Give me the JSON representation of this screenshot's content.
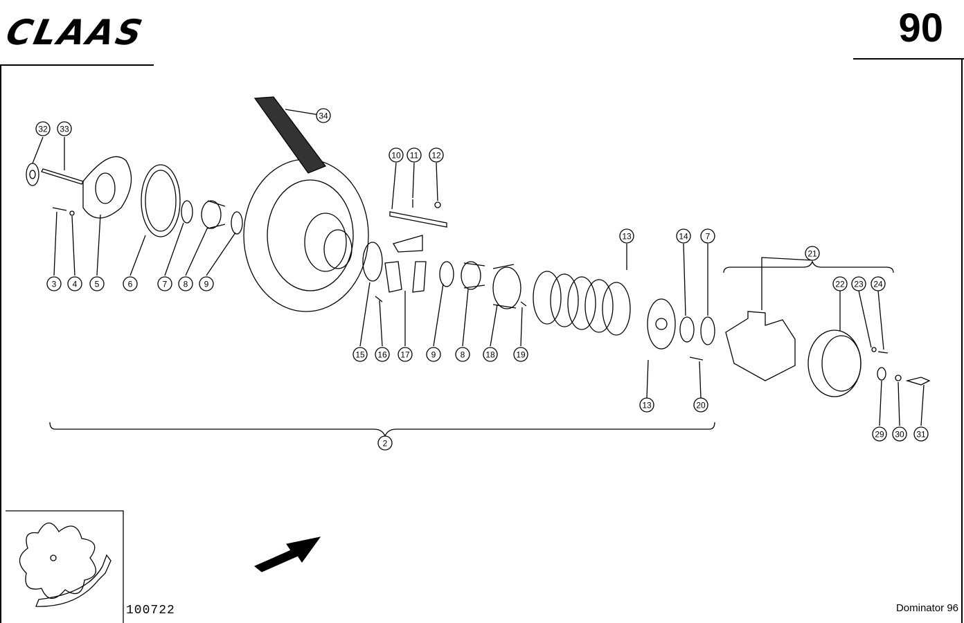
{
  "header": {
    "brand": "CLAAS",
    "page_number": "90"
  },
  "footer": {
    "drawing_number": "100722",
    "machine": "Dominator 96"
  },
  "callouts": [
    "2",
    "3",
    "4",
    "5",
    "6",
    "7",
    "8",
    "9",
    "10",
    "11",
    "12",
    "13",
    "14",
    "15",
    "16",
    "17",
    "18",
    "19",
    "20",
    "21",
    "22",
    "23",
    "24",
    "29",
    "30",
    "31",
    "32",
    "33",
    "34"
  ]
}
